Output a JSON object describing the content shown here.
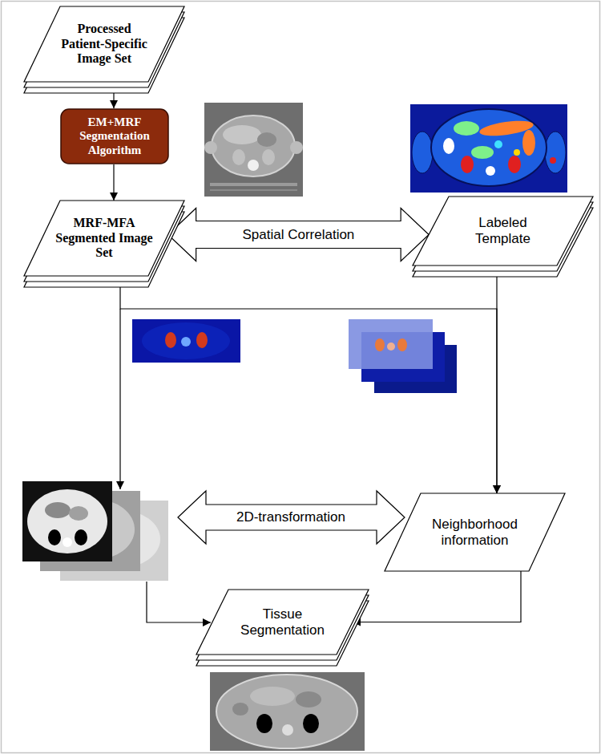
{
  "diagram": {
    "nodes": [
      {
        "text": [
          "Processed Patient-Specific Image Set"
        ]
      },
      {
        "text": [
          "EM+MRF Segmentation Algorithm"
        ]
      },
      {
        "text": [
          "MRF-MFA Segmented Image Set"
        ]
      },
      {
        "text": [
          "Labeled Template"
        ]
      },
      {
        "text": [
          "Neighborhood information"
        ]
      },
      {
        "text": [
          "Tissue Segmentation"
        ]
      }
    ],
    "edges": [
      {
        "from": 0,
        "to": 1,
        "arrow": "to"
      },
      {
        "from": 1,
        "to": 2,
        "arrow": "to"
      },
      {
        "from": 2,
        "to": 3,
        "label": "Spatial Correlation",
        "arrow": "both"
      },
      {
        "from": 2,
        "to": 4,
        "arrow": "to"
      },
      {
        "from": 3,
        "to": 4,
        "arrow": "to"
      },
      {
        "from": 4,
        "to": 5,
        "arrow": "to"
      }
    ],
    "labels": [
      "2D-transformation"
    ]
  }
}
